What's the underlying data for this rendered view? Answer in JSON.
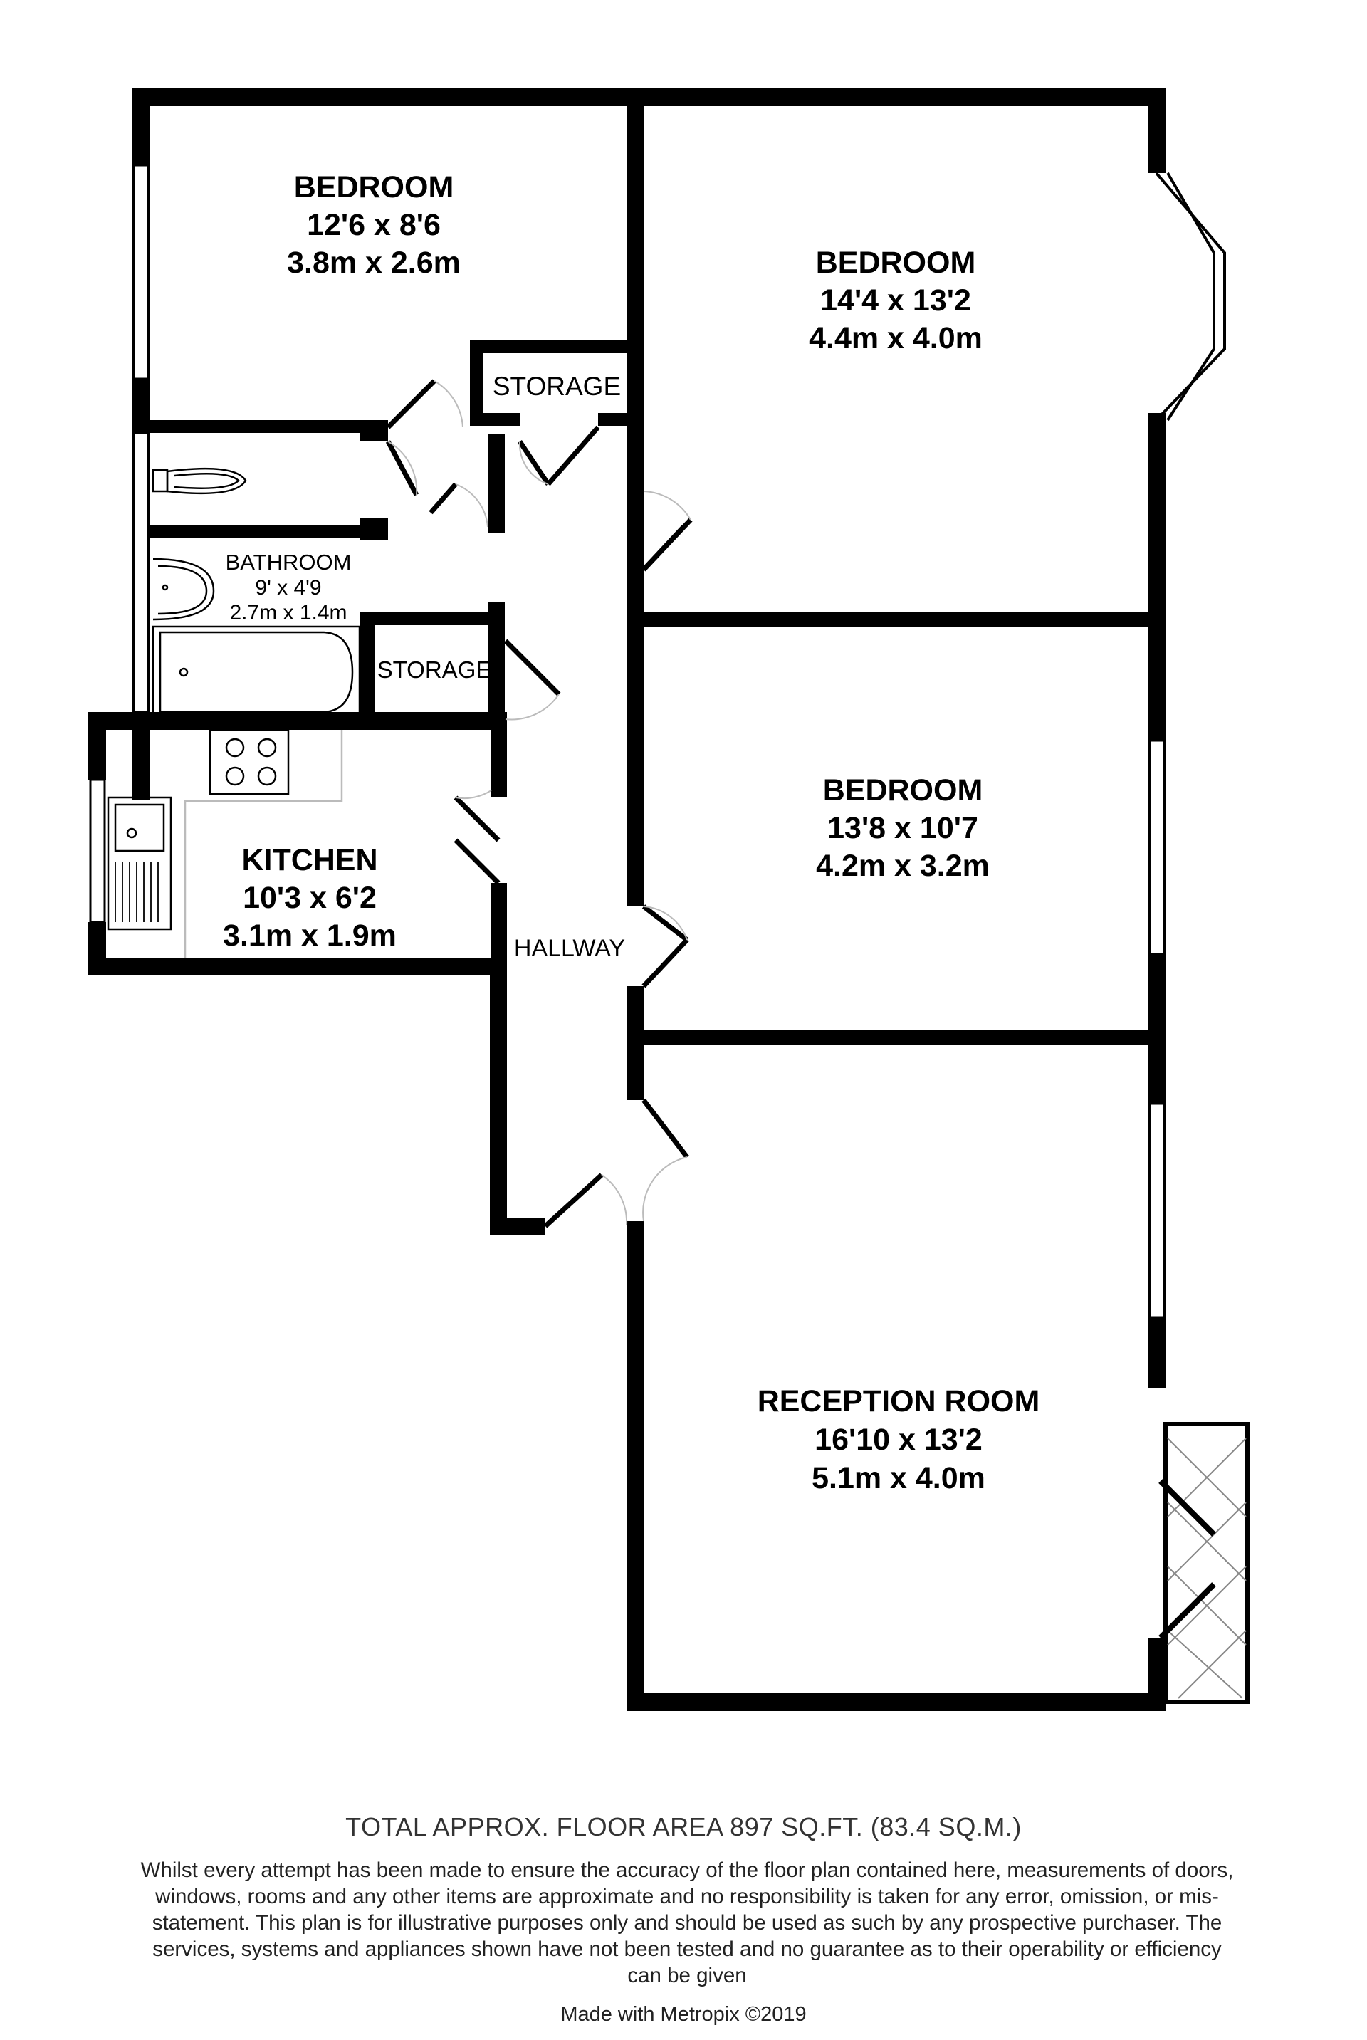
{
  "rooms": {
    "bedroom1": {
      "name": "BEDROOM",
      "imperial": "12'6 x 8'6",
      "metric": "3.8m x 2.6m"
    },
    "bedroom2": {
      "name": "BEDROOM",
      "imperial": "14'4 x 13'2",
      "metric": "4.4m x 4.0m"
    },
    "bedroom3": {
      "name": "BEDROOM",
      "imperial": "13'8 x 10'7",
      "metric": "4.2m x 3.2m"
    },
    "bathroom": {
      "name": "BATHROOM",
      "imperial": "9' x 4'9",
      "metric": "2.7m x 1.4m"
    },
    "kitchen": {
      "name": "KITCHEN",
      "imperial": "10'3 x 6'2",
      "metric": "3.1m x 1.9m"
    },
    "reception": {
      "name": "RECEPTION ROOM",
      "imperial": "16'10 x 13'2",
      "metric": "5.1m x 4.0m"
    },
    "storage1": {
      "name": "STORAGE"
    },
    "storage2": {
      "name": "STORAGE"
    },
    "hallway": {
      "name": "HALLWAY"
    }
  },
  "footer": {
    "total_area": "TOTAL APPROX. FLOOR AREA 897 SQ.FT. (83.4 SQ.M.)",
    "disclaimer": "Whilst every attempt has been made to ensure the accuracy of the floor plan contained here, measurements of doors, windows, rooms and any other items are approximate and no responsibility is taken for any error, omission, or mis-statement. This plan is for illustrative purposes only and should be used as such by any prospective purchaser. The services, systems and appliances shown have not been tested and no guarantee as to their operability or efficiency can be given",
    "credit": "Made with Metropix ©2019"
  },
  "colors": {
    "wall": "#000000",
    "window": "#ffffff",
    "door_arc": "#bbbbbb"
  }
}
